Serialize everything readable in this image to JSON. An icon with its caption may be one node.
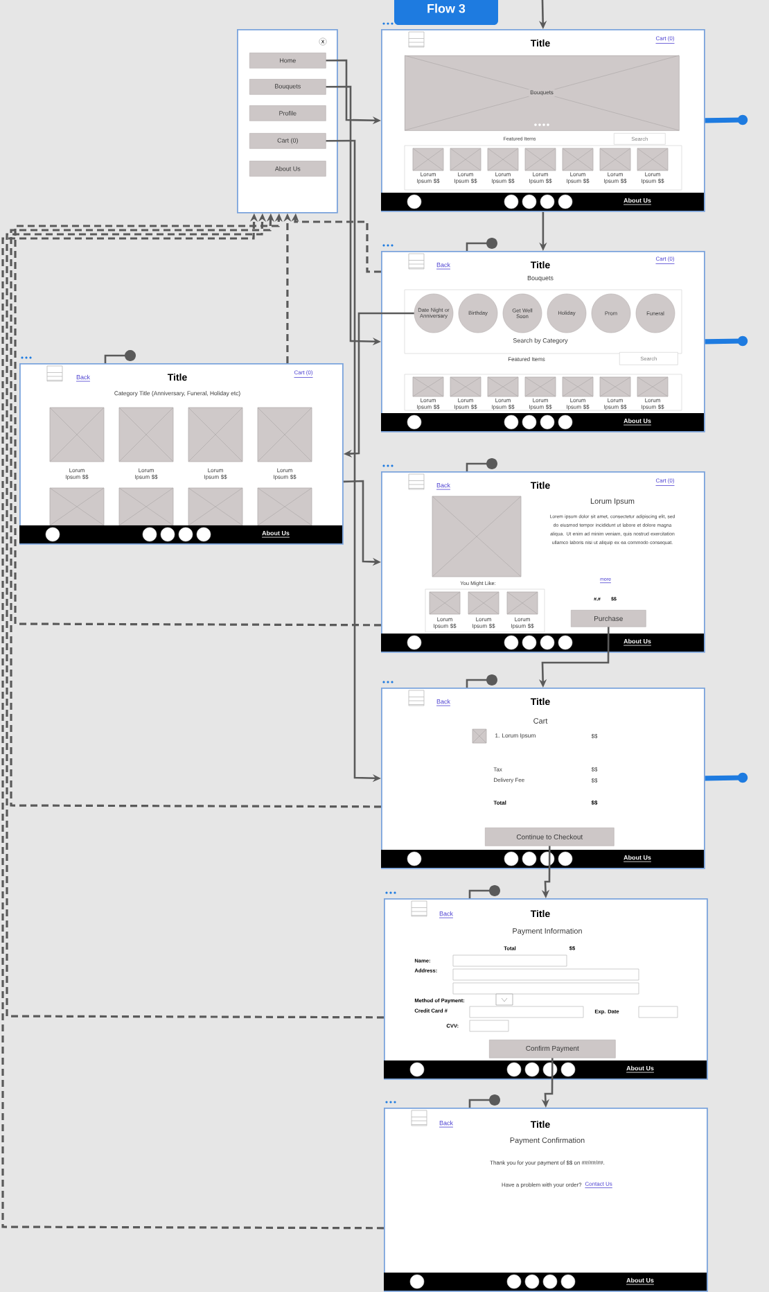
{
  "diagram": {
    "nodes": [
      {
        "text": [
          "x"
        ]
      },
      {
        "text": [
          "Home"
        ],
        "in": 0
      },
      {
        "text": [
          "Bouquets"
        ],
        "in": 0
      },
      {
        "text": [
          "Profile"
        ],
        "in": 0
      },
      {
        "text": [
          "Cart (0)"
        ],
        "in": 0
      },
      {
        "text": [
          "About Us"
        ],
        "in": 0
      },
      {
        "text": [
          "Title",
          "Cart (0)",
          "Featured Items",
          "About Us"
        ]
      },
      {
        "text": [
          "Bouquets"
        ],
        "in": 6
      },
      {
        "text": [
          "Search"
        ],
        "in": 6
      },
      {
        "text": [
          "Back",
          "Title",
          "Cart (0)",
          "Bouquets",
          "Search by Category",
          "Featured Items",
          "About Us"
        ]
      },
      {
        "text": [
          "Date Night or Anniversary"
        ],
        "in": 9
      },
      {
        "text": [
          "Birthday"
        ],
        "in": 9
      },
      {
        "text": [
          "Get Well Soon"
        ],
        "in": 9
      },
      {
        "text": [
          "Holiday"
        ],
        "in": 9
      },
      {
        "text": [
          "Prom"
        ],
        "in": 9
      },
      {
        "text": [
          "Funeral"
        ],
        "in": 9
      },
      {
        "text": [
          "Search"
        ],
        "in": 9
      },
      {
        "text": [
          "Back",
          "Title",
          "Cart (0)",
          "Category Title (Anniversary, Funeral, Holiday etc)",
          "About Us"
        ]
      },
      {
        "text": [
          "Back",
          "Title",
          "Cart (0)",
          "Lorum Ipsum",
          "Lorem ipsum dolor sit amet, consectetur adipiscing elit, sed do eiusmod tempor incididunt ut labore et dolore magna aliqua. Ut enim ad minim veniam, quis nostrud exercitation ullamco laboris nisi ut aliquip ex ea commodo consequat.",
          "more",
          "#.#",
          "$$",
          "You Might Like:",
          "About Us"
        ]
      },
      {
        "text": [
          "Purchase"
        ],
        "in": 18
      },
      {
        "text": [
          "Back",
          "Title",
          "Cart",
          "1. Lorum Ipsum",
          "$$",
          "Tax",
          "$$",
          "Delivery Fee",
          "$$",
          "Total",
          "$$",
          "About Us"
        ]
      },
      {
        "text": [
          "Continue to Checkout"
        ],
        "in": 20
      },
      {
        "text": [
          "Back",
          "Title",
          "Payment Information",
          "Total",
          "$$",
          "Name:",
          "Address:",
          "Method of Payment:",
          "Credit Card #",
          "Exp. Date",
          "CVV:",
          "About Us"
        ]
      },
      {
        "text": [
          "Confirm Payment"
        ],
        "in": 22
      },
      {
        "text": [
          "Back",
          "Title",
          "Payment Confirmation",
          "Thank you for your payment of $$ on ##/##/##.",
          "Have a problem with your order?",
          "Contact Us",
          "About Us"
        ]
      }
    ],
    "edges": [
      {
        "from": 1,
        "to": 6,
        "arrow": "to"
      },
      {
        "from": 2,
        "to": 9,
        "arrow": "to"
      },
      {
        "from": 4,
        "to": 20,
        "arrow": "to"
      },
      {
        "from": null,
        "to": 6,
        "arrow": "to"
      },
      {
        "from": 6,
        "to": 9,
        "arrow": "to"
      },
      {
        "from": 10,
        "to": 17,
        "arrow": "to"
      },
      {
        "from": 17,
        "to": 18,
        "arrow": "to"
      },
      {
        "from": 19,
        "to": 20,
        "arrow": "to"
      },
      {
        "from": 21,
        "to": 22,
        "arrow": "to"
      },
      {
        "from": 23,
        "to": 24,
        "arrow": "to"
      },
      {
        "from": 9,
        "to": 0,
        "arrow": "to",
        "style": "dashed"
      },
      {
        "from": 17,
        "to": 0,
        "arrow": "to",
        "style": "dashed"
      },
      {
        "from": 18,
        "to": 0,
        "arrow": "to",
        "style": "dashed"
      },
      {
        "from": 20,
        "to": 0,
        "arrow": "to",
        "style": "dashed"
      },
      {
        "from": 22,
        "to": 0,
        "arrow": "to",
        "style": "dashed"
      },
      {
        "from": 24,
        "to": 0,
        "arrow": "to",
        "style": "dashed"
      },
      {
        "from": 9,
        "to": null,
        "arrow": "other"
      },
      {
        "from": 17,
        "to": null,
        "arrow": "other"
      },
      {
        "from": 18,
        "to": null,
        "arrow": "other"
      },
      {
        "from": 20,
        "to": null,
        "arrow": "other"
      },
      {
        "from": 22,
        "to": null,
        "arrow": "other"
      },
      {
        "from": 24,
        "to": null,
        "arrow": "other"
      },
      {
        "from": 6,
        "to": null,
        "arrow": "other",
        "style": "thick",
        "color": "#1e7be0"
      },
      {
        "from": 9,
        "to": null,
        "arrow": "other",
        "style": "thick",
        "color": "#1e7be0"
      },
      {
        "from": 20,
        "to": null,
        "arrow": "other",
        "style": "thick",
        "color": "#1e7be0"
      }
    ],
    "labels": [
      "Flow 3",
      "Lorum Ipsum $$",
      "Lorum Ipsum $$",
      "Lorum Ipsum $$",
      "Lorum Ipsum $$",
      "Lorum Ipsum $$",
      "Lorum Ipsum $$",
      "Lorum Ipsum $$",
      "Lorum Ipsum $$",
      "Lorum Ipsum $$",
      "Lorum Ipsum $$",
      "Lorum Ipsum $$",
      "Lorum Ipsum $$",
      "Lorum Ipsum $$",
      "Lorum Ipsum $$",
      "Lorum Ipsum $$",
      "Lorum Ipsum $$",
      "Lorum Ipsum $$",
      "Lorum Ipsum $$",
      "Lorum Ipsum $$",
      "Lorum Ipsum $$",
      "Lorum Ipsum $$"
    ]
  }
}
